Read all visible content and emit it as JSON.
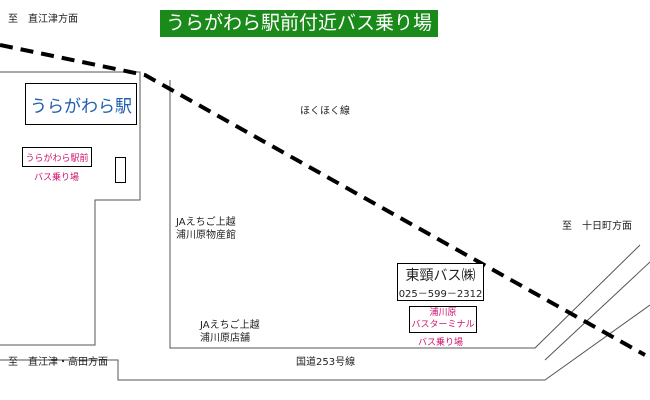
{
  "title": "うらがわら駅前付近バス乗り場",
  "colors": {
    "title_bg": "#1a8a1a",
    "title_text": "#ffffff",
    "station_text": "#1f5fae",
    "bus_stop_text": "#d0106e",
    "road_line": "#555555",
    "rail_line": "#000000"
  },
  "directions": {
    "top_left": "至　直江津方面",
    "bottom_left": "至　直江津・高田方面",
    "right": "至　十日町方面"
  },
  "station": {
    "name": "うらがわら駅",
    "bus_stop_name": "うらがわら駅前",
    "bus_stop_label": "バス乗り場"
  },
  "railway": {
    "name": "ほくほく線"
  },
  "road": {
    "name": "国道253号線"
  },
  "facilities": {
    "ja_store_1": {
      "line1": "JAえちご上越",
      "line2": "浦川原物産館"
    },
    "ja_store_2": {
      "line1": "JAえちご上越",
      "line2": "浦川原店舗"
    }
  },
  "bus_company": {
    "name": "東頸バス㈱",
    "phone": "025－599－2312"
  },
  "terminal": {
    "line1": "浦川原",
    "line2": "バスターミナル",
    "label": "バス乗り場"
  }
}
